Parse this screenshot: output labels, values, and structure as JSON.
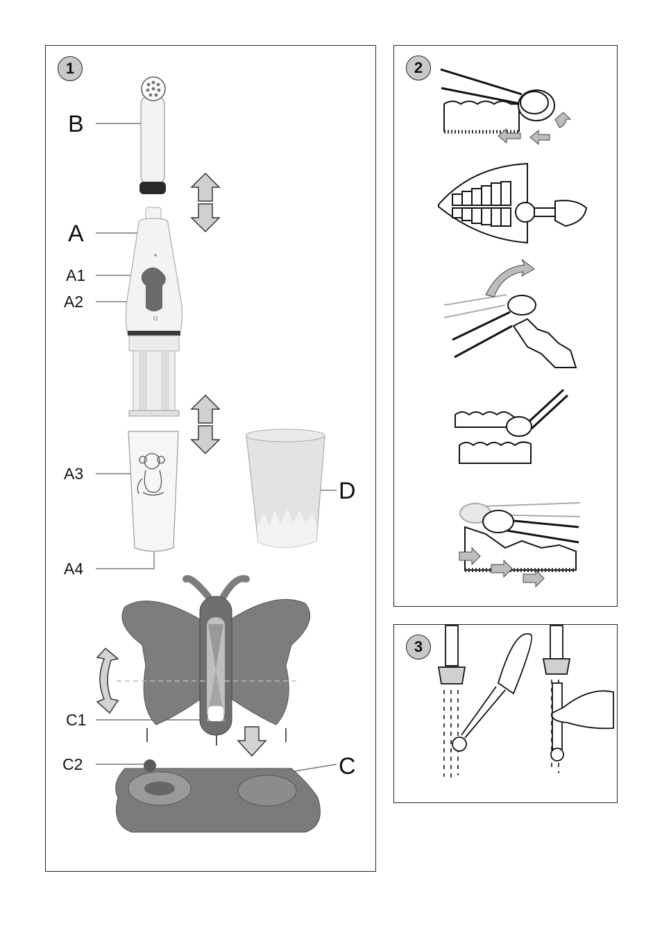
{
  "panels": {
    "p1": {
      "number": "1"
    },
    "p2": {
      "number": "2"
    },
    "p3": {
      "number": "3"
    }
  },
  "labels": {
    "B": "B",
    "A": "A",
    "A1": "A1",
    "A2": "A2",
    "A3": "A3",
    "A4": "A4",
    "D": "D",
    "C1": "C1",
    "C2": "C2",
    "C": "C"
  },
  "colors": {
    "body_gray": "#7d7d7d",
    "light_gray": "#e6e6e6",
    "arrow_gray": "#bdbdbd",
    "outline": "#222222"
  }
}
